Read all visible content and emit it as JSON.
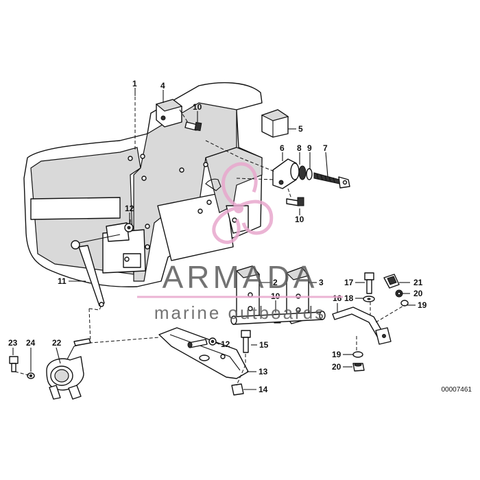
{
  "callouts": [
    "1",
    "4",
    "10",
    "5",
    "6",
    "8",
    "9",
    "7",
    "10",
    "12",
    "11",
    "2",
    "3",
    "10",
    "17",
    "21",
    "18",
    "16",
    "20",
    "19",
    "15",
    "12",
    "13",
    "14",
    "23",
    "24",
    "22",
    "19",
    "20"
  ],
  "watermark": {
    "brand": "ARMADA",
    "tagline": "marine outboards",
    "color": "#e8a7cd"
  },
  "diagram_code": "00007461"
}
